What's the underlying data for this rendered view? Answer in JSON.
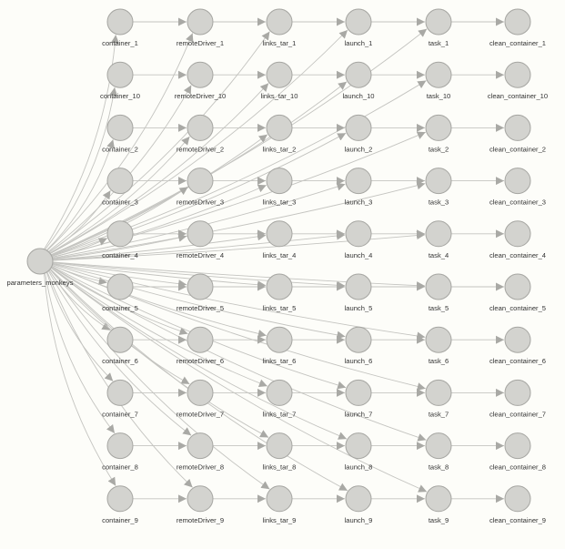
{
  "background": "#fdfdf9",
  "node_fill": "#d3d3cf",
  "node_stroke": "#a6a6a2",
  "edge_color": "#c4c4c0",
  "arrow_color": "#a9a9a5",
  "source": {
    "label": "parameters_monkeys"
  },
  "rows": [
    {
      "container": "container_1",
      "remote": "remoteDriver_1",
      "links": "links_tar_1",
      "launch": "launch_1",
      "task": "task_1",
      "clean": "clean_container_1"
    },
    {
      "container": "container_10",
      "remote": "remoteDriver_10",
      "links": "links_tar_10",
      "launch": "launch_10",
      "task": "task_10",
      "clean": "clean_container_10"
    },
    {
      "container": "container_2",
      "remote": "remoteDriver_2",
      "links": "links_tar_2",
      "launch": "launch_2",
      "task": "task_2",
      "clean": "clean_container_2"
    },
    {
      "container": "container_3",
      "remote": "remoteDriver_3",
      "links": "links_tar_3",
      "launch": "launch_3",
      "task": "task_3",
      "clean": "clean_container_3"
    },
    {
      "container": "container_4",
      "remote": "remoteDriver_4",
      "links": "links_tar_4",
      "launch": "launch_4",
      "task": "task_4",
      "clean": "clean_container_4"
    },
    {
      "container": "container_5",
      "remote": "remoteDriver_5",
      "links": "links_tar_5",
      "launch": "launch_5",
      "task": "task_5",
      "clean": "clean_container_5"
    },
    {
      "container": "container_6",
      "remote": "remoteDriver_6",
      "links": "links_tar_6",
      "launch": "launch_6",
      "task": "task_6",
      "clean": "clean_container_6"
    },
    {
      "container": "container_7",
      "remote": "remoteDriver_7",
      "links": "links_tar_7",
      "launch": "launch_7",
      "task": "task_7",
      "clean": "clean_container_7"
    },
    {
      "container": "container_8",
      "remote": "remoteDriver_8",
      "links": "links_tar_8",
      "launch": "launch_8",
      "task": "task_8",
      "clean": "clean_container_8"
    },
    {
      "container": "container_9",
      "remote": "remoteDriver_9",
      "links": "links_tar_9",
      "launch": "launch_9",
      "task": "task_9",
      "clean": "clean_container_9"
    }
  ],
  "stage_order": [
    "container",
    "remote",
    "links",
    "launch",
    "task",
    "clean"
  ],
  "edges": {
    "chain": [
      [
        "container",
        "remote"
      ],
      [
        "remote",
        "links"
      ],
      [
        "links",
        "launch"
      ],
      [
        "launch",
        "task"
      ],
      [
        "task",
        "clean"
      ]
    ],
    "from_source": [
      "container",
      "remote",
      "links",
      "launch",
      "task"
    ]
  }
}
